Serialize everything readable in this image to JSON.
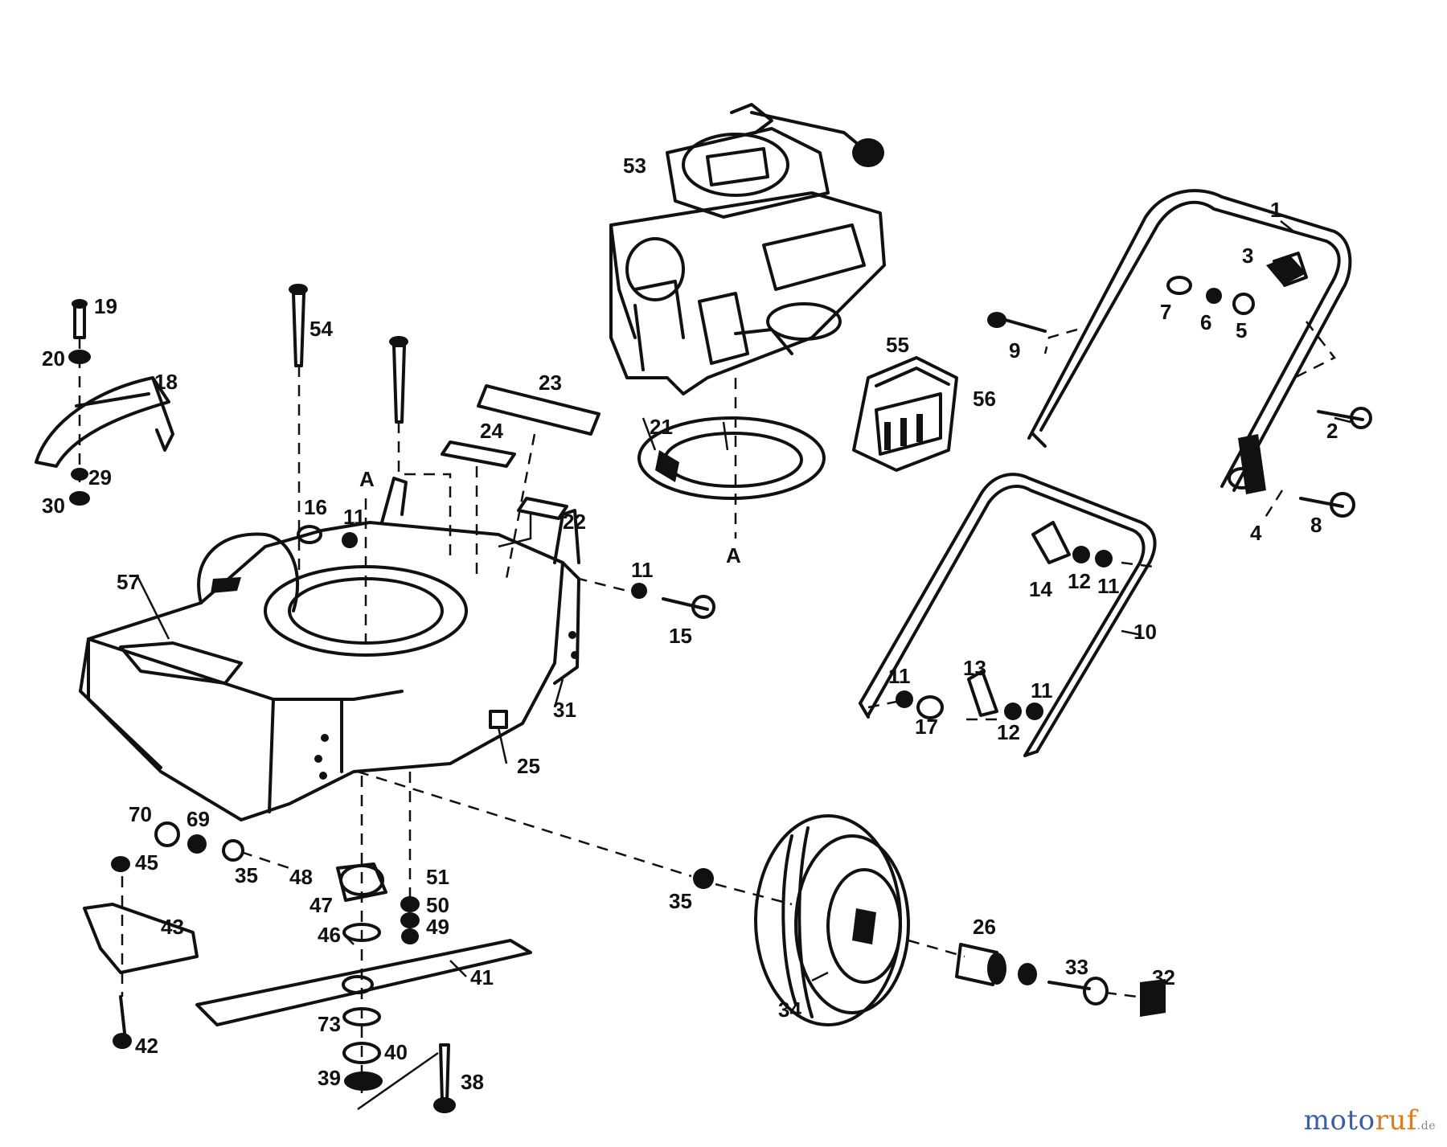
{
  "watermark": {
    "main": "moto",
    "accent": "ruf",
    "tld": ".de"
  },
  "section_markers": [
    "A",
    "A"
  ],
  "callouts": [
    {
      "id": "1",
      "label": "1"
    },
    {
      "id": "2",
      "label": "2"
    },
    {
      "id": "3",
      "label": "3"
    },
    {
      "id": "4",
      "label": "4"
    },
    {
      "id": "5",
      "label": "5"
    },
    {
      "id": "6",
      "label": "6"
    },
    {
      "id": "7",
      "label": "7"
    },
    {
      "id": "8",
      "label": "8"
    },
    {
      "id": "9",
      "label": "9"
    },
    {
      "id": "10",
      "label": "10"
    },
    {
      "id": "11a",
      "label": "11"
    },
    {
      "id": "11b",
      "label": "11"
    },
    {
      "id": "11c",
      "label": "11"
    },
    {
      "id": "11d",
      "label": "11"
    },
    {
      "id": "11e",
      "label": "11"
    },
    {
      "id": "12a",
      "label": "12"
    },
    {
      "id": "12b",
      "label": "12"
    },
    {
      "id": "13",
      "label": "13"
    },
    {
      "id": "14",
      "label": "14"
    },
    {
      "id": "15",
      "label": "15"
    },
    {
      "id": "16",
      "label": "16"
    },
    {
      "id": "17",
      "label": "17"
    },
    {
      "id": "18",
      "label": "18"
    },
    {
      "id": "19",
      "label": "19"
    },
    {
      "id": "20",
      "label": "20"
    },
    {
      "id": "21",
      "label": "21"
    },
    {
      "id": "22",
      "label": "22"
    },
    {
      "id": "23",
      "label": "23"
    },
    {
      "id": "24",
      "label": "24"
    },
    {
      "id": "25",
      "label": "25"
    },
    {
      "id": "26",
      "label": "26"
    },
    {
      "id": "29",
      "label": "29"
    },
    {
      "id": "30",
      "label": "30"
    },
    {
      "id": "31",
      "label": "31"
    },
    {
      "id": "32",
      "label": "32"
    },
    {
      "id": "33",
      "label": "33"
    },
    {
      "id": "34",
      "label": "34"
    },
    {
      "id": "35a",
      "label": "35"
    },
    {
      "id": "35b",
      "label": "35"
    },
    {
      "id": "38",
      "label": "38"
    },
    {
      "id": "39",
      "label": "39"
    },
    {
      "id": "40",
      "label": "40"
    },
    {
      "id": "41",
      "label": "41"
    },
    {
      "id": "42",
      "label": "42"
    },
    {
      "id": "43",
      "label": "43"
    },
    {
      "id": "45",
      "label": "45"
    },
    {
      "id": "46",
      "label": "46"
    },
    {
      "id": "47",
      "label": "47"
    },
    {
      "id": "48",
      "label": "48"
    },
    {
      "id": "49",
      "label": "49"
    },
    {
      "id": "50",
      "label": "50"
    },
    {
      "id": "51",
      "label": "51"
    },
    {
      "id": "53",
      "label": "53"
    },
    {
      "id": "54",
      "label": "54"
    },
    {
      "id": "55",
      "label": "55"
    },
    {
      "id": "56",
      "label": "56"
    },
    {
      "id": "57",
      "label": "57"
    },
    {
      "id": "69",
      "label": "69"
    },
    {
      "id": "70",
      "label": "70"
    },
    {
      "id": "73",
      "label": "73"
    }
  ]
}
